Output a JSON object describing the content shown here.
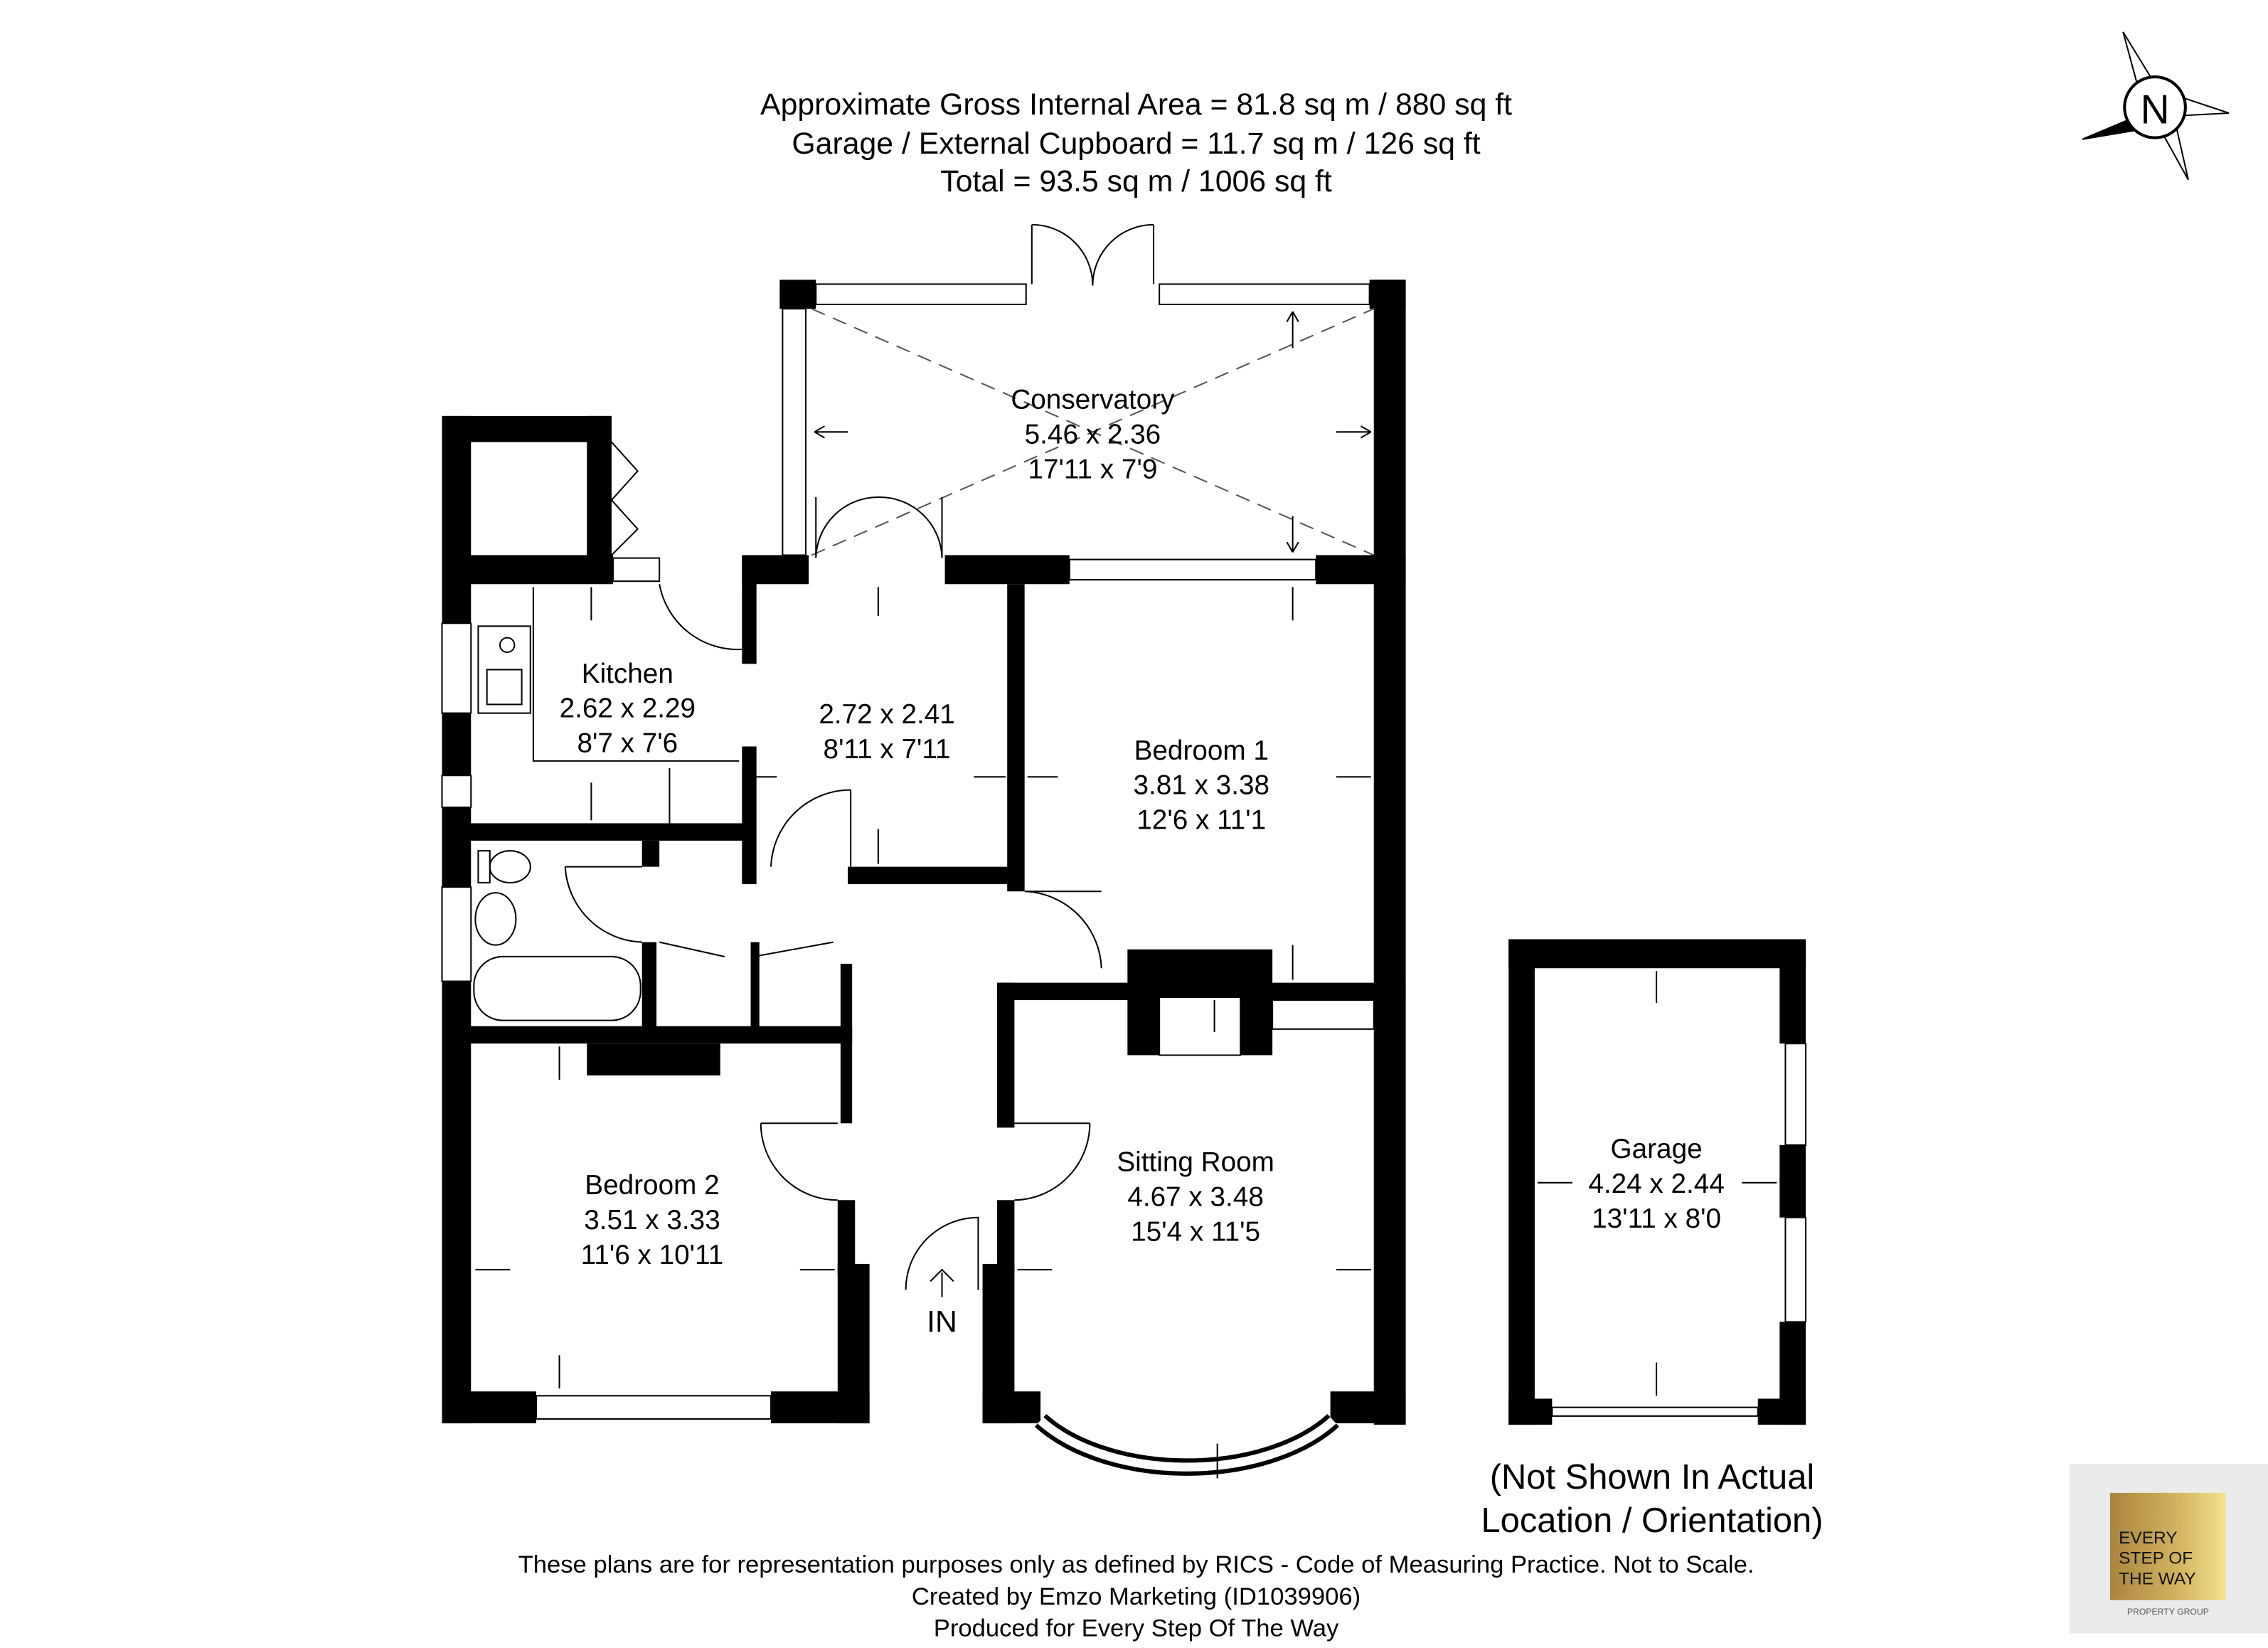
{
  "header": {
    "line1": "Approximate Gross Internal Area = 81.8 sq m / 880 sq ft",
    "line2": "Garage / External Cupboard = 11.7 sq m / 126 sq ft",
    "line3": "Total = 93.5 sq m / 1006 sq ft"
  },
  "compass": {
    "label": "N",
    "icon": "north-compass-icon"
  },
  "rooms": {
    "conservatory": {
      "name": "Conservatory",
      "metric": "5.46 x 2.36",
      "imperial": "17'11 x 7'9"
    },
    "kitchen": {
      "name": "Kitchen",
      "metric": "2.62 x 2.29",
      "imperial": "8'7 x 7'6"
    },
    "dining": {
      "metric": "2.72 x 2.41",
      "imperial": "8'11 x 7'11"
    },
    "bedroom1": {
      "name": "Bedroom 1",
      "metric": "3.81 x 3.38",
      "imperial": "12'6 x 11'1"
    },
    "bedroom2": {
      "name": "Bedroom 2",
      "metric": "3.51 x 3.33",
      "imperial": "11'6 x 10'11"
    },
    "sitting": {
      "name": "Sitting Room",
      "metric": "4.67 x 3.48",
      "imperial": "15'4 x 11'5"
    },
    "garage": {
      "name": "Garage",
      "metric": "4.24 x 2.44",
      "imperial": "13'11 x 8'0"
    }
  },
  "entrance_label": "IN",
  "garage_note": {
    "line1": "(Not Shown In Actual",
    "line2": "Location / Orientation)"
  },
  "footer": {
    "line1": "These plans are for representation purposes only as defined by RICS - Code of Measuring Practice. Not to Scale.",
    "line2": "Created by Emzo Marketing (ID1039906)",
    "line3": "Produced for Every Step Of The Way"
  },
  "logo": {
    "line1": "EVERY",
    "line2": "STEP OF",
    "line3": "THE WAY",
    "sub": "PROPERTY GROUP",
    "gold": "#c9a24a",
    "background": "#ebebeb"
  }
}
